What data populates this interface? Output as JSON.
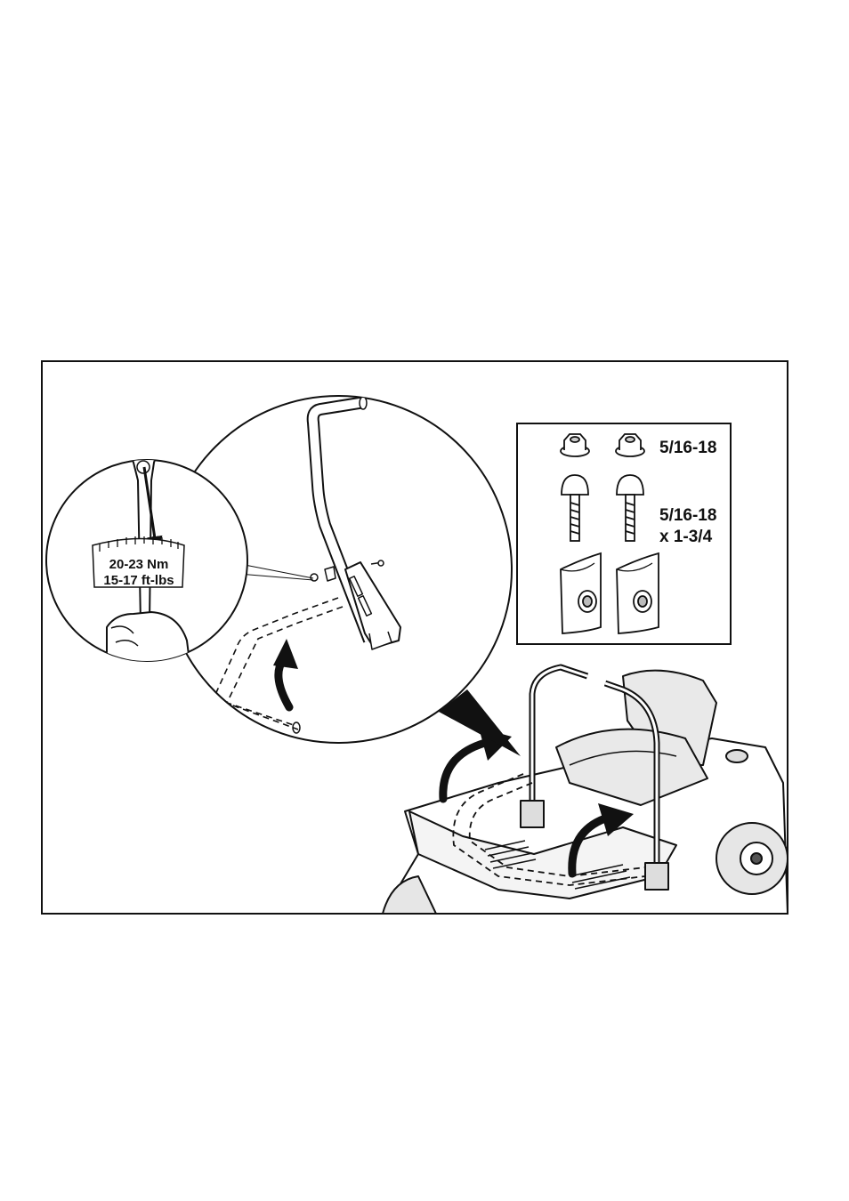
{
  "torque": {
    "line1": "20-23 Nm",
    "line2": "15-17 ft-lbs"
  },
  "hardware": {
    "nut_label": "5/16-18",
    "bolt_label_line1": "5/16-18",
    "bolt_label_line2": "x 1-3/4"
  },
  "colors": {
    "line": "#111111",
    "background": "#ffffff"
  }
}
